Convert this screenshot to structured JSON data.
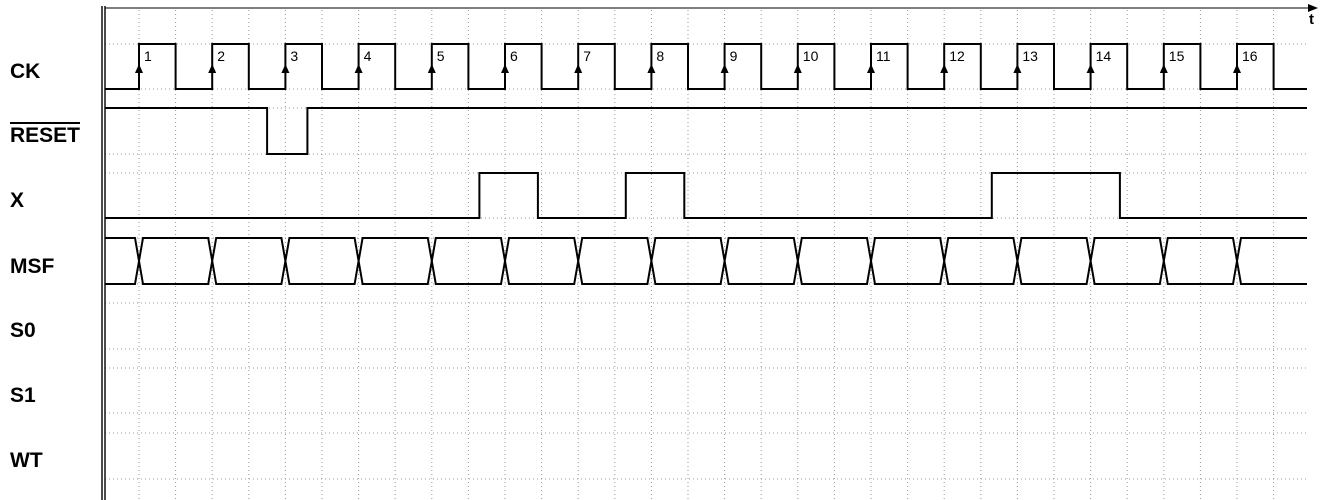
{
  "axis": {
    "time_label": "t"
  },
  "signals": [
    {
      "id": "ck",
      "label": "CK",
      "overline": false
    },
    {
      "id": "reset",
      "label": "RESET",
      "overline": true
    },
    {
      "id": "x",
      "label": "X",
      "overline": false
    },
    {
      "id": "msf",
      "label": "MSF",
      "overline": false
    },
    {
      "id": "s0",
      "label": "S0",
      "overline": false
    },
    {
      "id": "s1",
      "label": "S1",
      "overline": false
    },
    {
      "id": "wt",
      "label": "WT",
      "overline": false
    }
  ],
  "clock": {
    "cycles": 16,
    "edge_labels": [
      "1",
      "2",
      "3",
      "4",
      "5",
      "6",
      "7",
      "8",
      "9",
      "10",
      "11",
      "12",
      "13",
      "14",
      "15",
      "16"
    ]
  },
  "waveforms": {
    "reset": {
      "initial": 1,
      "low_from_cycle": 1.75,
      "low_to_cycle": 2.3
    },
    "x": {
      "initial": 0,
      "high_intervals": [
        [
          4.65,
          5.45
        ],
        [
          6.65,
          7.45
        ],
        [
          11.65,
          13.4
        ]
      ]
    },
    "msf": {
      "type": "bus",
      "transitions_at_rising_edges": true
    }
  }
}
